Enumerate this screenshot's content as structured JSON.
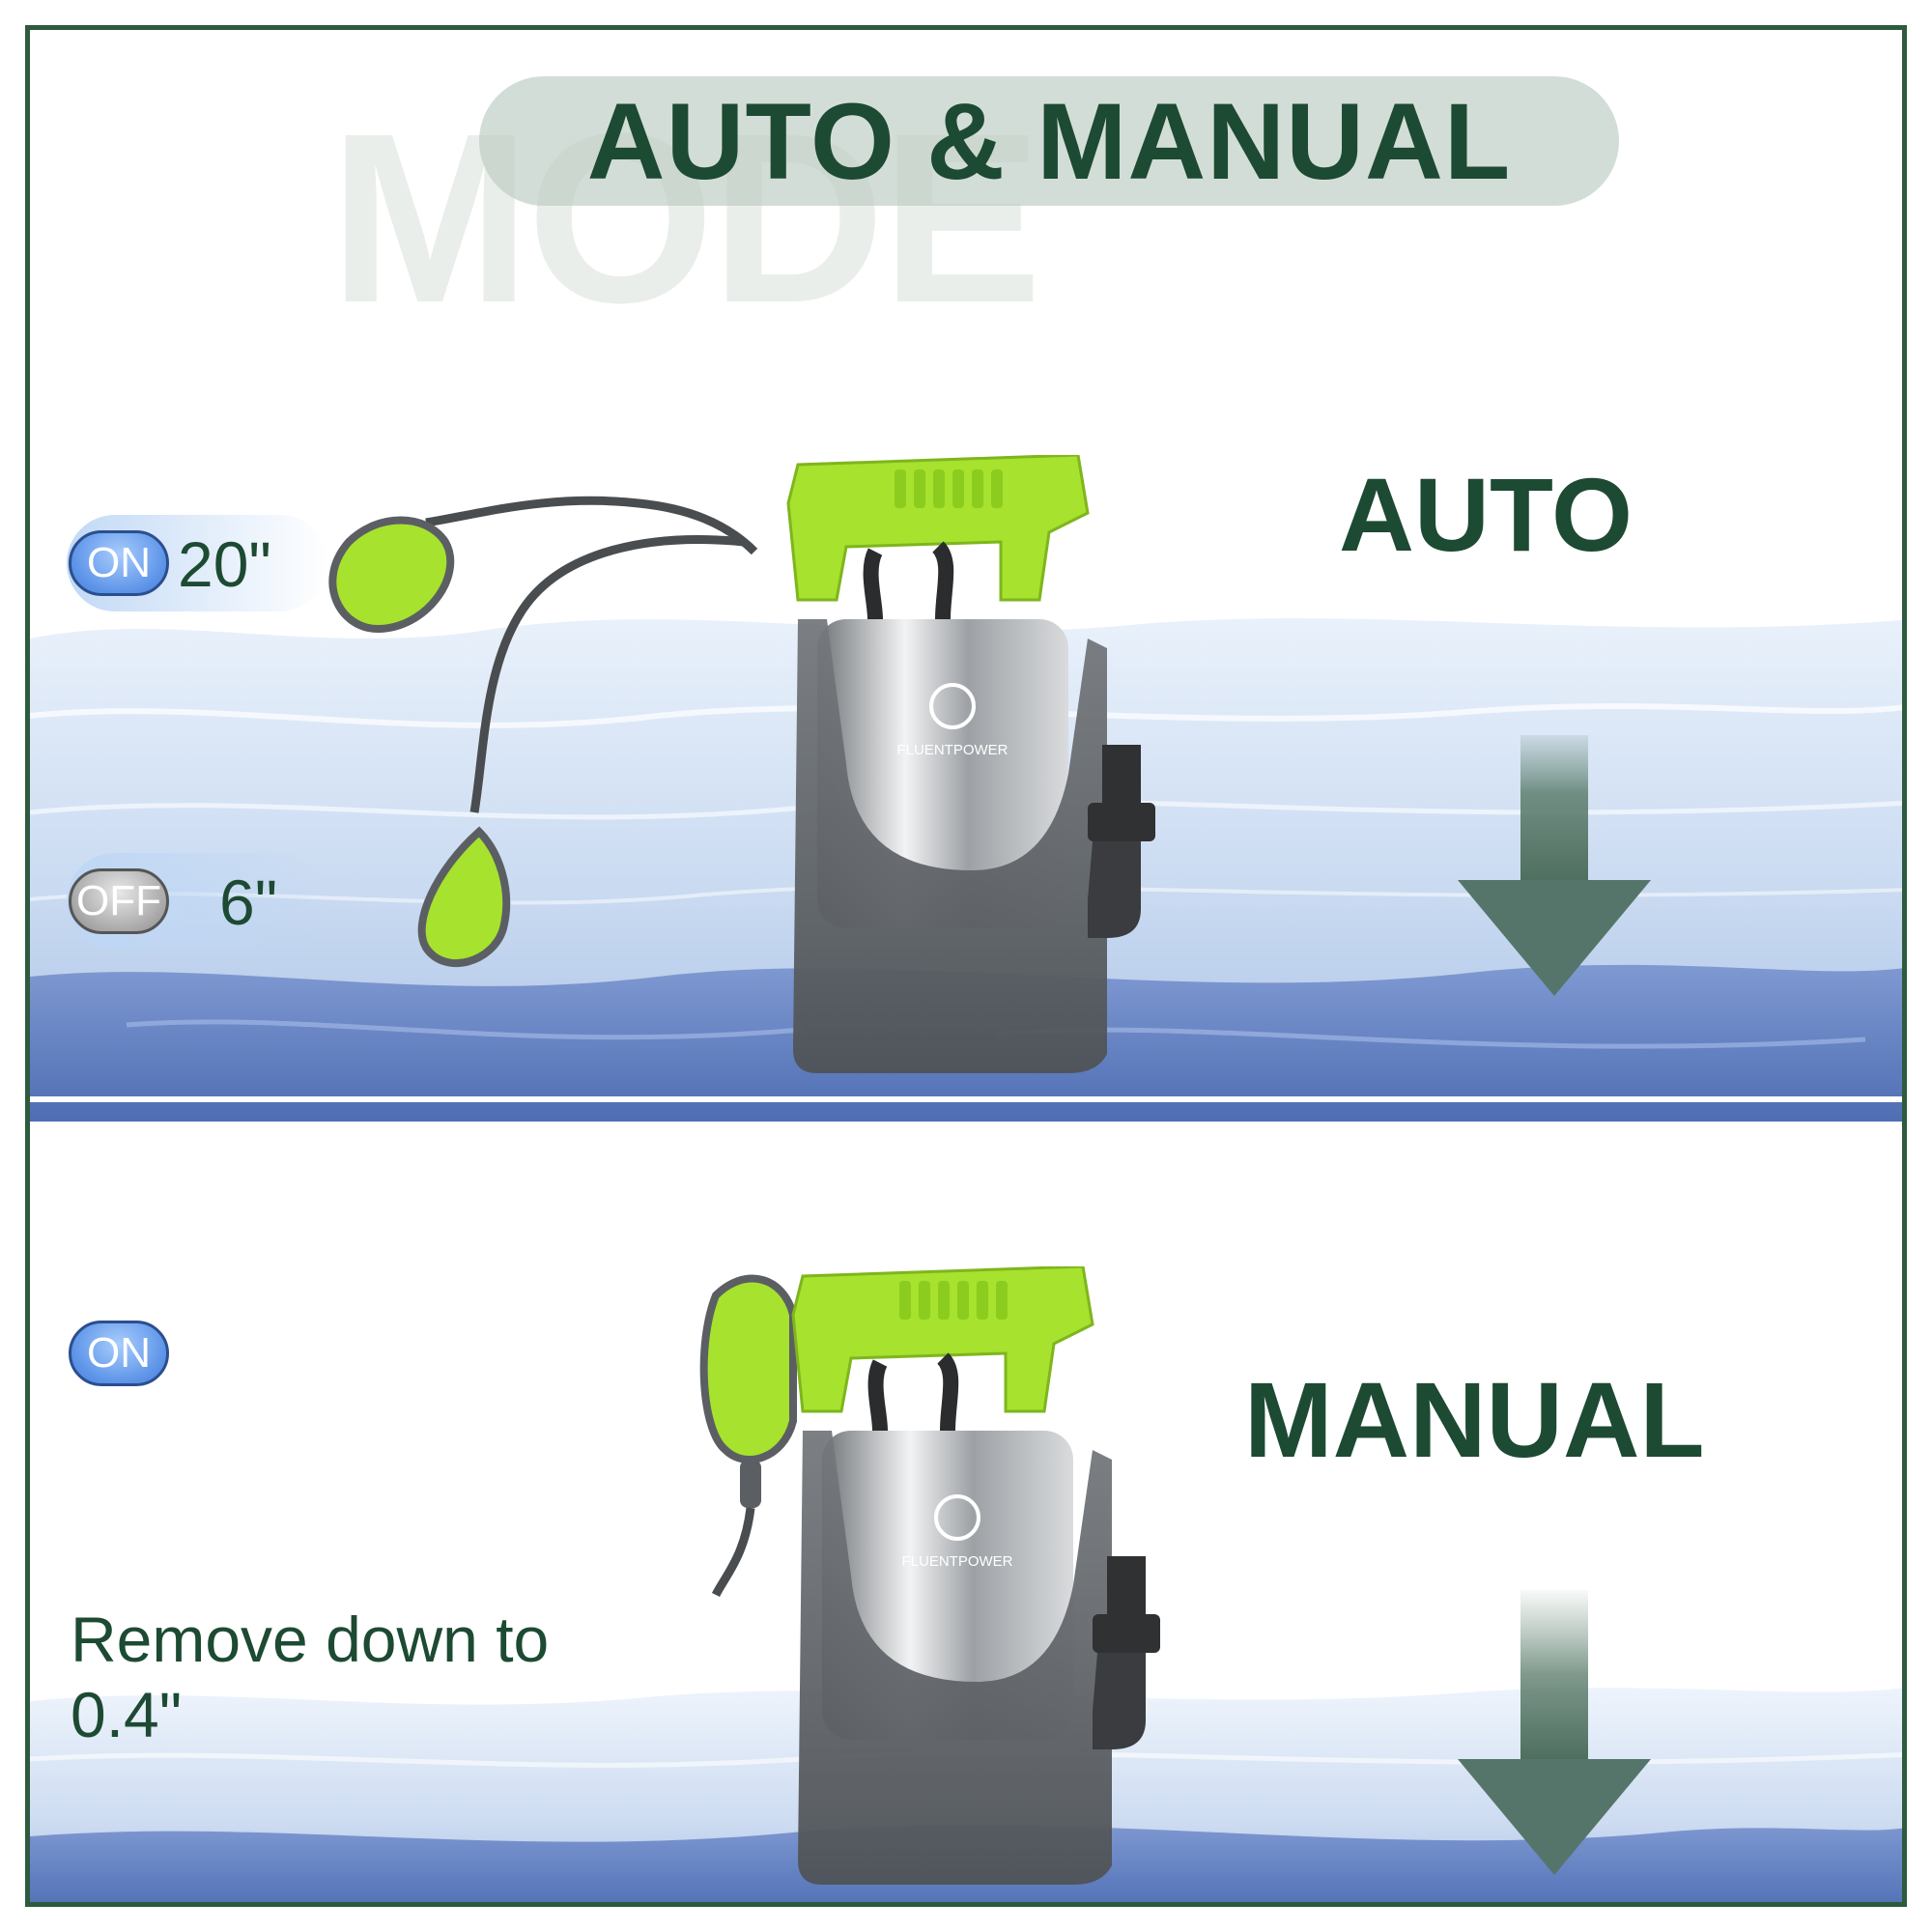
{
  "watermark": "MODE",
  "title": "AUTO & MANUAL",
  "auto_section": {
    "label": "AUTO",
    "on_badge": "ON",
    "on_level": "20\"",
    "off_badge": "OFF",
    "off_level": "6\""
  },
  "manual_section": {
    "label": "MANUAL",
    "on_badge": "ON",
    "note": "Remove down to 0.4\""
  },
  "pump_brand": "FLUENTPOWER",
  "colors": {
    "heading_green": "#1d4a32",
    "accent_lime": "#a6e22e",
    "body_gray": "#6b6f73",
    "water_blue": "#5f7fc0",
    "frame": "#2e5a3e"
  },
  "icons": [
    "float-switch-icon",
    "down-arrow-icon",
    "pump-illustration"
  ]
}
